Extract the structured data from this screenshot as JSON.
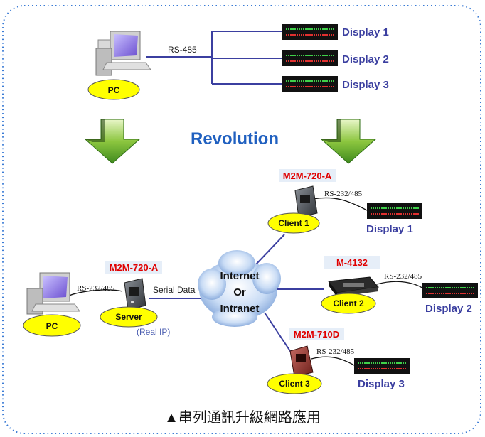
{
  "top": {
    "bus_label": "RS-485",
    "pc_label": "PC",
    "displays": [
      "Display 1",
      "Display 2",
      "Display 3"
    ]
  },
  "middle": {
    "revolution": "Revolution"
  },
  "bottom": {
    "server_model": "M2M-720-A",
    "server_label": "Server",
    "server_link": "RS-232/485",
    "real_ip": "(Real IP)",
    "serial_data": "Serial Data",
    "pc_label": "PC",
    "cloud_line1": "Internet",
    "cloud_line2": "Or",
    "cloud_line3": "Intranet",
    "client1": {
      "model": "M2M-720-A",
      "label": "Client 1",
      "link": "RS-232/485",
      "display": "Display 1"
    },
    "client2": {
      "model": "M-4132",
      "label": "Client 2",
      "link": "RS-232/485",
      "display": "Display 2"
    },
    "client3": {
      "model": "M2M-710D",
      "label": "Client 3",
      "link": "RS-232/485",
      "display": "Display 3"
    }
  },
  "caption": "▲串列通訊升級網路應用",
  "colors": {
    "border": "#3a7bd5",
    "bus_line": "#3b3fa0",
    "oval_fill": "#ffff00",
    "arrow_green": "#6ab52a",
    "revolution_blue": "#2060c0",
    "cloud": "#a7c4ea"
  }
}
